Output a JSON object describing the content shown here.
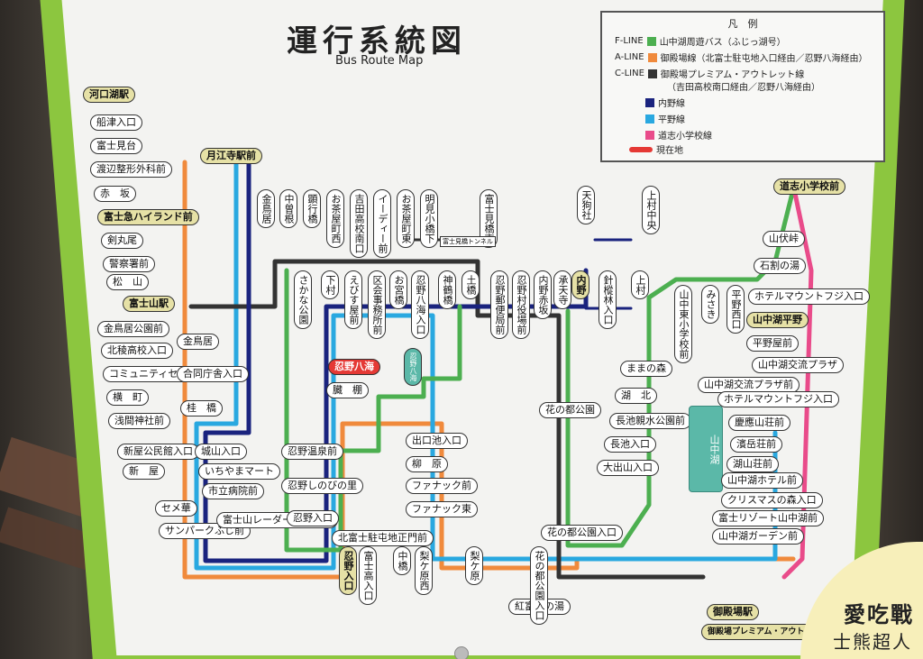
{
  "header": {
    "title": "運行系統図",
    "subtitle": "Bus Route Map"
  },
  "legend": {
    "heading": "凡　例",
    "items": [
      {
        "label": "F-LINE",
        "desc": "山中湖周遊バス（ふじっ湖号）",
        "color": "#4caf50"
      },
      {
        "label": "A-LINE",
        "desc": "御殿場線（北富士駐屯地入口経由／忍野八海経由）",
        "color": "#f08a3c"
      },
      {
        "label": "C-LINE",
        "desc": "御殿場プレミアム・アウトレット線",
        "color": "#333333"
      },
      {
        "label": "",
        "desc": "（吉田高校南口経由／忍野八海経由）",
        "color": ""
      },
      {
        "label": "",
        "desc": "内野線",
        "color": "#1a237e"
      },
      {
        "label": "",
        "desc": "平野線",
        "color": "#29a8e0"
      },
      {
        "label": "",
        "desc": "道志小学校線",
        "color": "#e94b8a"
      },
      {
        "label": "",
        "desc": "現在地",
        "color": "#e53935"
      }
    ]
  },
  "stations_left": [
    {
      "name": "河口湖駅",
      "term": true
    },
    {
      "name": "船津入口"
    },
    {
      "name": "富士見台"
    },
    {
      "name": "渡辺整形外科前"
    },
    {
      "name": "赤　坂"
    },
    {
      "name": "富士急ハイランド前",
      "term": true
    },
    {
      "name": "剣丸尾"
    },
    {
      "name": "警察署前"
    },
    {
      "name": "松　山"
    },
    {
      "name": "富士山駅",
      "term": true
    },
    {
      "name": "金鳥居公園前"
    },
    {
      "name": "北稜高校入口"
    },
    {
      "name": "コミュニティセンター入口"
    },
    {
      "name": "横　町"
    },
    {
      "name": "浅間神社前"
    },
    {
      "name": "新屋公民館入口"
    },
    {
      "name": "新　屋"
    },
    {
      "name": "セメ華"
    },
    {
      "name": "サンパークふじ前"
    }
  ],
  "stations_mid_left": [
    {
      "name": "金鳥居"
    },
    {
      "name": "合同庁舎入口"
    },
    {
      "name": "桂　橋"
    },
    {
      "name": "城山入口"
    },
    {
      "name": "いちやまマート"
    },
    {
      "name": "市立病院前"
    },
    {
      "name": "富士山レーダードーム前"
    }
  ],
  "gekkoji": {
    "name": "月江寺駅前",
    "term": true
  },
  "stations_top_vertical": [
    {
      "name": "金鳥居"
    },
    {
      "name": "中曽根"
    },
    {
      "name": "顕行橋"
    },
    {
      "name": "お茶屋町西"
    },
    {
      "name": "吉田高校南口"
    },
    {
      "name": "イーディー前"
    },
    {
      "name": "お茶屋町東"
    },
    {
      "name": "明見小橋下"
    },
    {
      "name": "富士見橋南"
    }
  ],
  "tunnel_label": "富士見橋トンネル",
  "stations_mid_vertical": [
    {
      "name": "さかな公園"
    },
    {
      "name": "下村"
    },
    {
      "name": "えびす屋前"
    },
    {
      "name": "区会事務所前"
    },
    {
      "name": "お宮橋"
    },
    {
      "name": "忍野八海入口"
    },
    {
      "name": "神鶴橋"
    },
    {
      "name": "土橋"
    },
    {
      "name": "忍野郵便局前"
    },
    {
      "name": "忍野村役場前"
    },
    {
      "name": "内野赤坂"
    },
    {
      "name": "承天寺"
    },
    {
      "name": "内野",
      "term": true
    },
    {
      "name": "針樅林入口"
    },
    {
      "name": "上村"
    }
  ],
  "stations_right_vertical": [
    {
      "name": "天狗社"
    },
    {
      "name": "上村中央"
    },
    {
      "name": "山中東小学校前"
    },
    {
      "name": "みさき"
    },
    {
      "name": "平野西口"
    }
  ],
  "current_location": {
    "name": "忍野八海"
  },
  "lake_label_1": "忍野八海",
  "stations_center": [
    {
      "name": "臓　棚"
    },
    {
      "name": "忍野温泉前"
    },
    {
      "name": "忍野しのびの里"
    },
    {
      "name": "忍野入口"
    },
    {
      "name": "花の都公園"
    },
    {
      "name": "出口池入口"
    },
    {
      "name": "柳　原"
    },
    {
      "name": "ファナック前"
    },
    {
      "name": "ファナック東"
    },
    {
      "name": "北富士駐屯地正門前"
    },
    {
      "name": "花の都公園入口"
    },
    {
      "name": "紅富士の湯"
    }
  ],
  "stations_bottom_vertical": [
    {
      "name": "忍野入口",
      "term": true
    },
    {
      "name": "富士高入口"
    },
    {
      "name": "中橋"
    },
    {
      "name": "梨ケ原西"
    },
    {
      "name": "梨ケ原"
    },
    {
      "name": "花の都公園入口"
    }
  ],
  "stations_right": [
    {
      "name": "ままの森"
    },
    {
      "name": "湖　北"
    },
    {
      "name": "長池親水公園前"
    },
    {
      "name": "長池入口"
    },
    {
      "name": "大出山入口"
    }
  ],
  "lake_label_2": "山中湖",
  "stations_far_right": [
    {
      "name": "道志小学校前",
      "term": true
    },
    {
      "name": "山伏峠"
    },
    {
      "name": "石割の湯"
    },
    {
      "name": "ホテルマウントフジ入口"
    },
    {
      "name": "山中湖平野",
      "term": true
    },
    {
      "name": "平野屋前"
    },
    {
      "name": "山中湖交流プラザ"
    },
    {
      "name": "山中湖交流プラザ前"
    },
    {
      "name": "ホテルマウントフジ入口"
    },
    {
      "name": "慶應山荘前"
    },
    {
      "name": "濱岳荘前"
    },
    {
      "name": "湖山荘前"
    },
    {
      "name": "山中湖ホテル前"
    },
    {
      "name": "クリスマスの森入口"
    },
    {
      "name": "富士リゾート山中湖前"
    },
    {
      "name": "山中湖ガーデン前"
    },
    {
      "name": "御殿場駅",
      "term": true
    },
    {
      "name": "御殿場プレミアム・アウトレット",
      "term": true
    }
  ],
  "watermark": {
    "line1": "愛吃戰",
    "line2": "士熊超人"
  },
  "line_colors": {
    "f_line": "#4caf50",
    "a_line": "#f08a3c",
    "c_line": "#333333",
    "uchino": "#1a237e",
    "hirano": "#29a8e0",
    "doshi": "#e94b8a"
  }
}
